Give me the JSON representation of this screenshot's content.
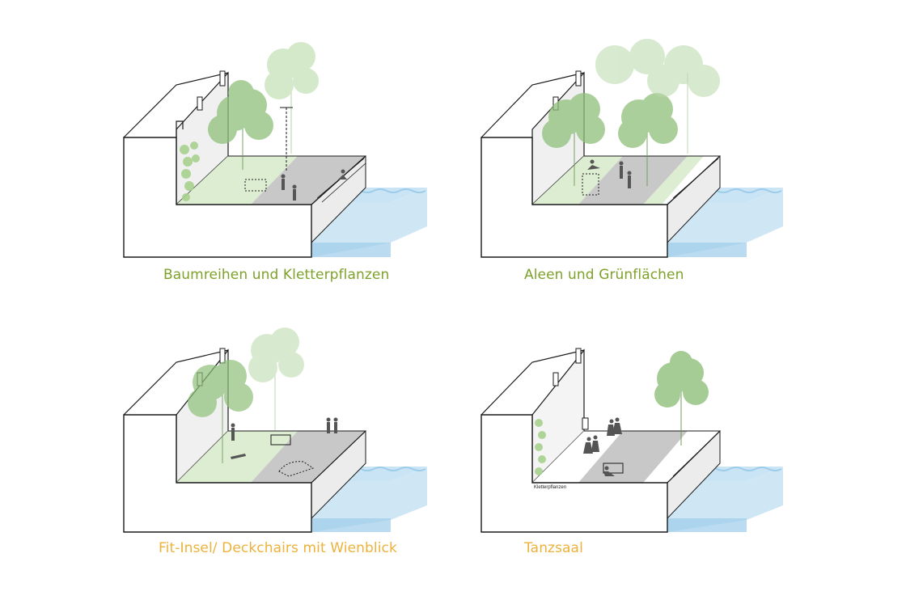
{
  "colors": {
    "green_caption": "#7ea12a",
    "orange_caption": "#ecb23a",
    "outline": "#1a1a1a",
    "water_top": "#bfe0f3",
    "water_side": "#9ccce9",
    "grass": "#dcedd2",
    "pavement": "#c8c8c8",
    "wall_light": "#f1f1f1",
    "tree": "#8fc07a"
  },
  "panels": [
    {
      "caption": "Baumreihen und Kletterpflanzen"
    },
    {
      "caption": "Aleen und Grünflächen"
    },
    {
      "caption": "Fit-Insel/ Deckchairs mit Wienblick"
    },
    {
      "caption": "Tanzsaal",
      "small_label": "Kletterpflanzen"
    }
  ]
}
